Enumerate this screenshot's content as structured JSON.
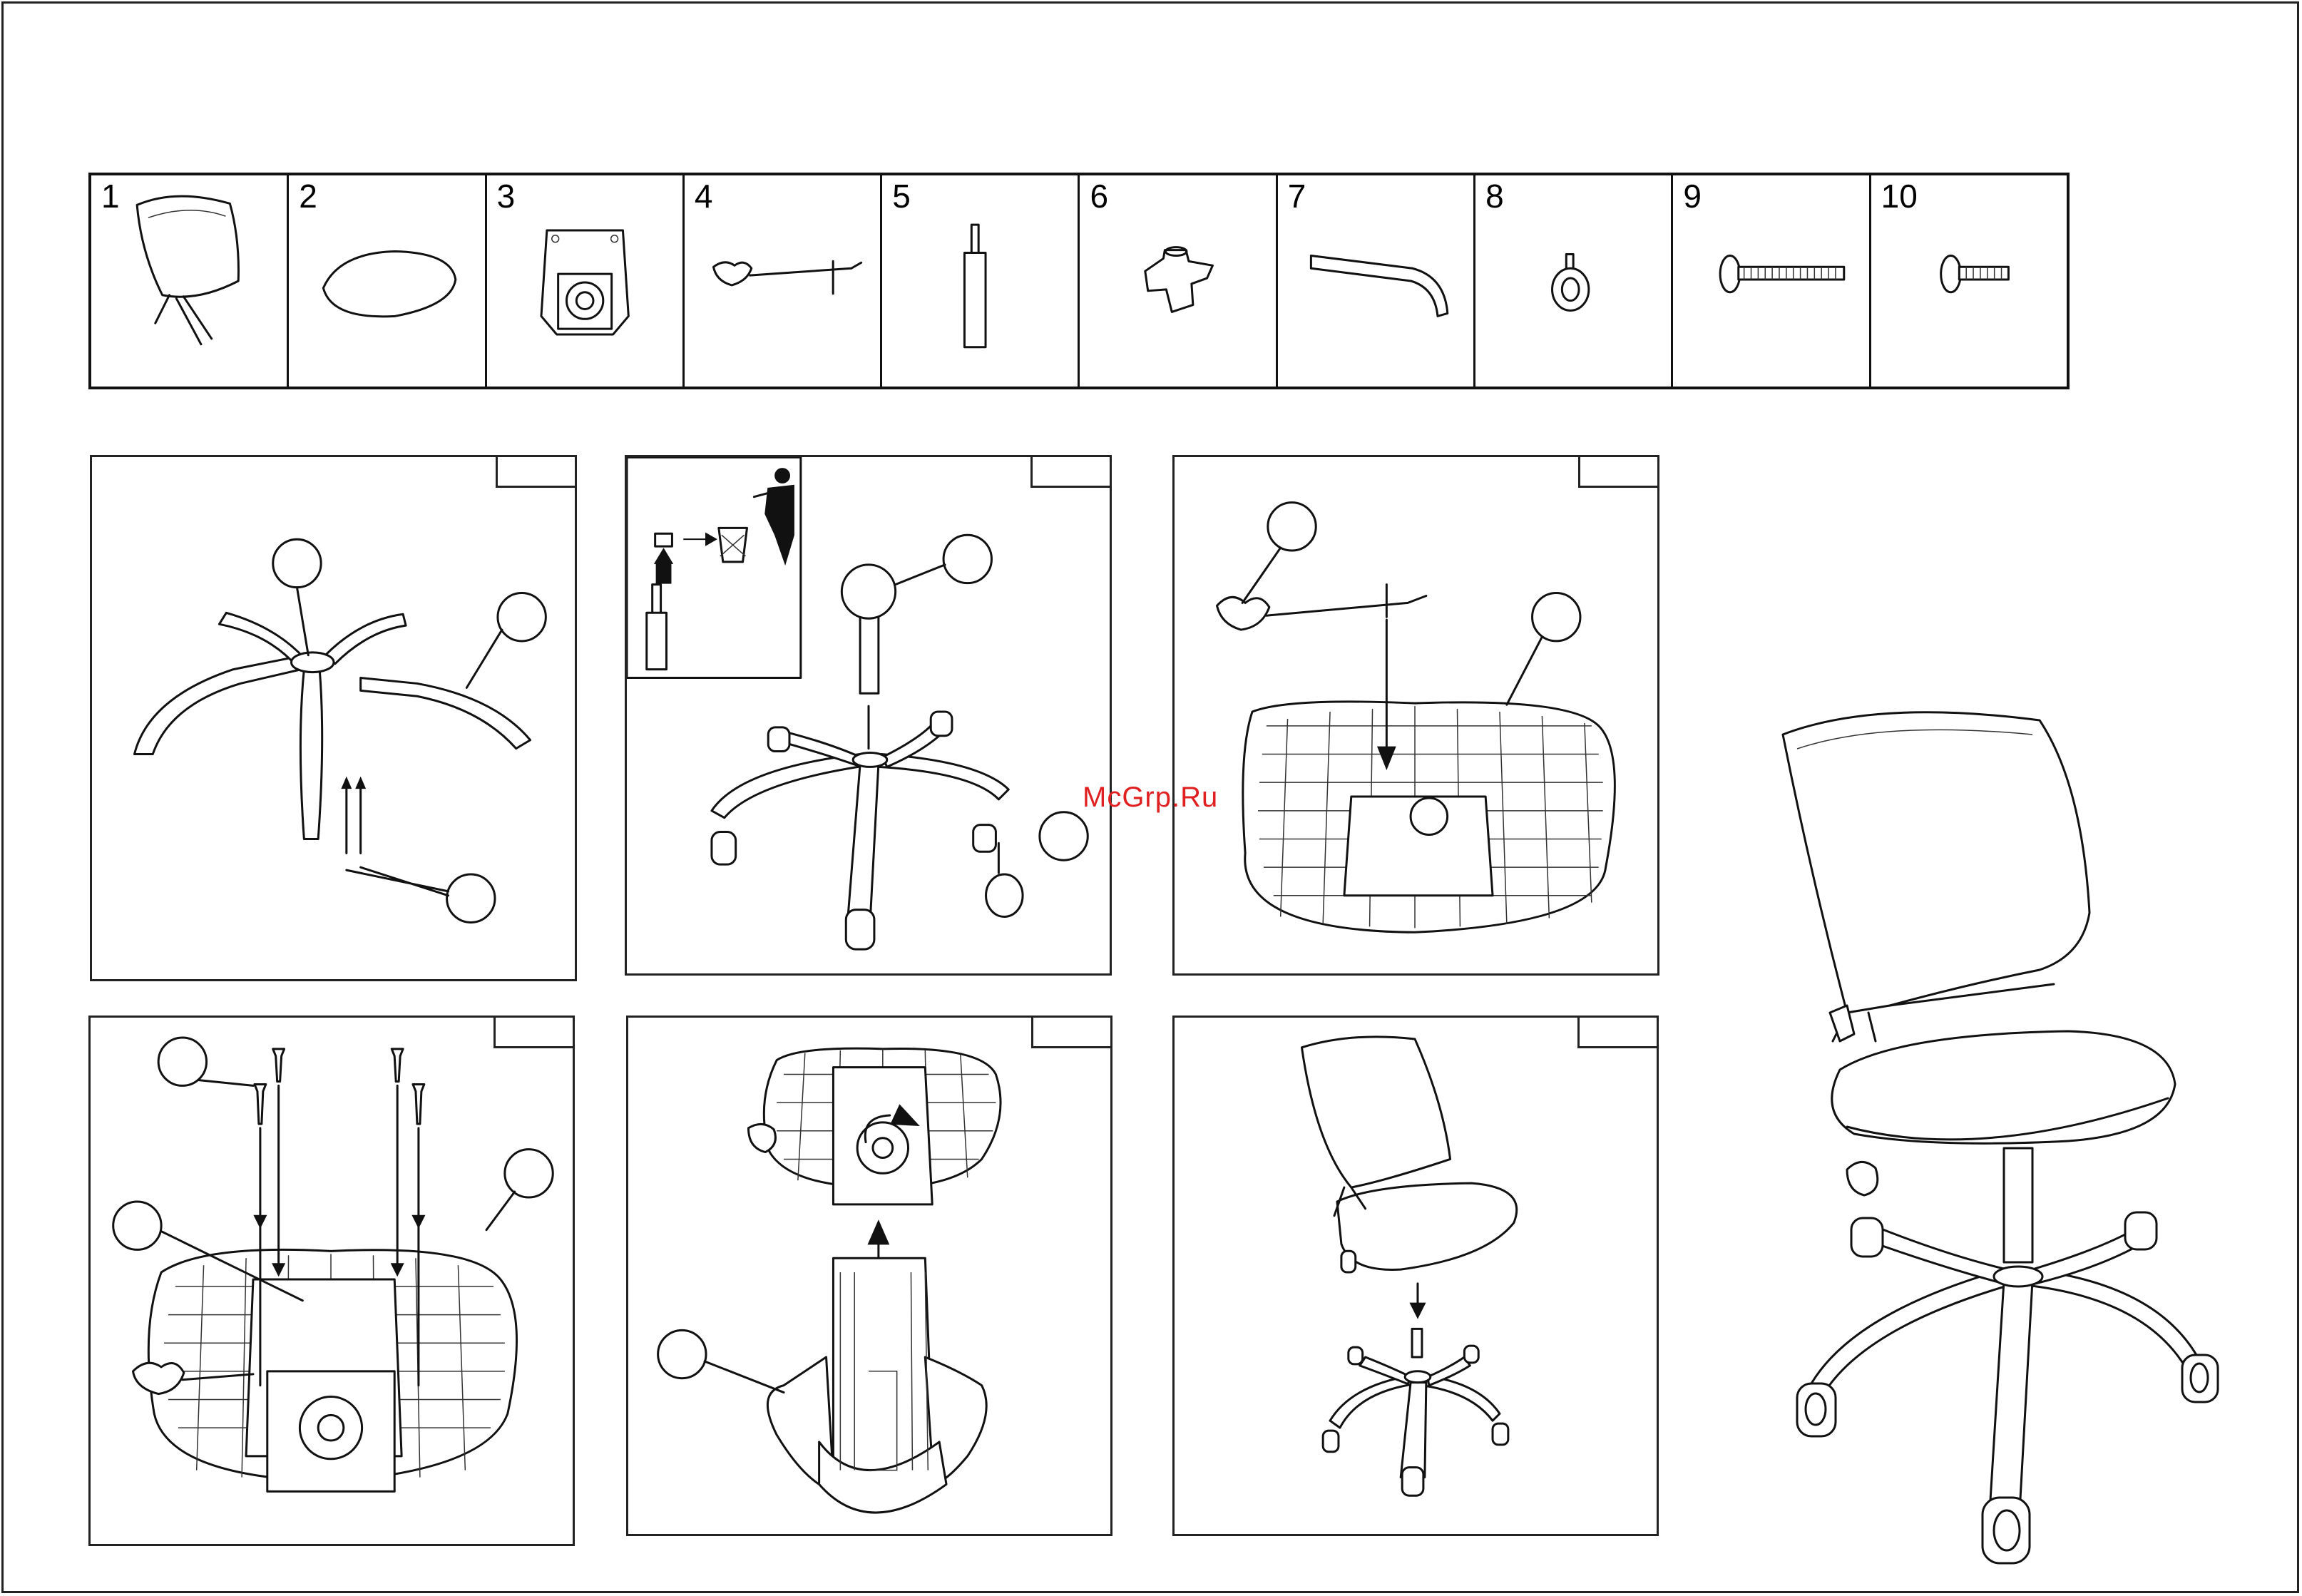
{
  "parts_table": {
    "items": [
      {
        "number": "1",
        "icon": "backrest-icon"
      },
      {
        "number": "2",
        "icon": "seat-cushion-icon"
      },
      {
        "number": "3",
        "icon": "mechanism-plate-icon"
      },
      {
        "number": "4",
        "icon": "gas-lever-icon"
      },
      {
        "number": "5",
        "icon": "gas-lift-icon"
      },
      {
        "number": "6",
        "icon": "base-hub-icon"
      },
      {
        "number": "7",
        "icon": "base-leg-icon"
      },
      {
        "number": "8",
        "icon": "caster-icon"
      },
      {
        "number": "9",
        "icon": "long-screw-icon"
      },
      {
        "number": "10",
        "icon": "short-screw-icon"
      }
    ]
  },
  "watermark": "McGrp.Ru",
  "colors": {
    "line": "#111111",
    "watermark": "#e02020",
    "background": "#ffffff"
  }
}
